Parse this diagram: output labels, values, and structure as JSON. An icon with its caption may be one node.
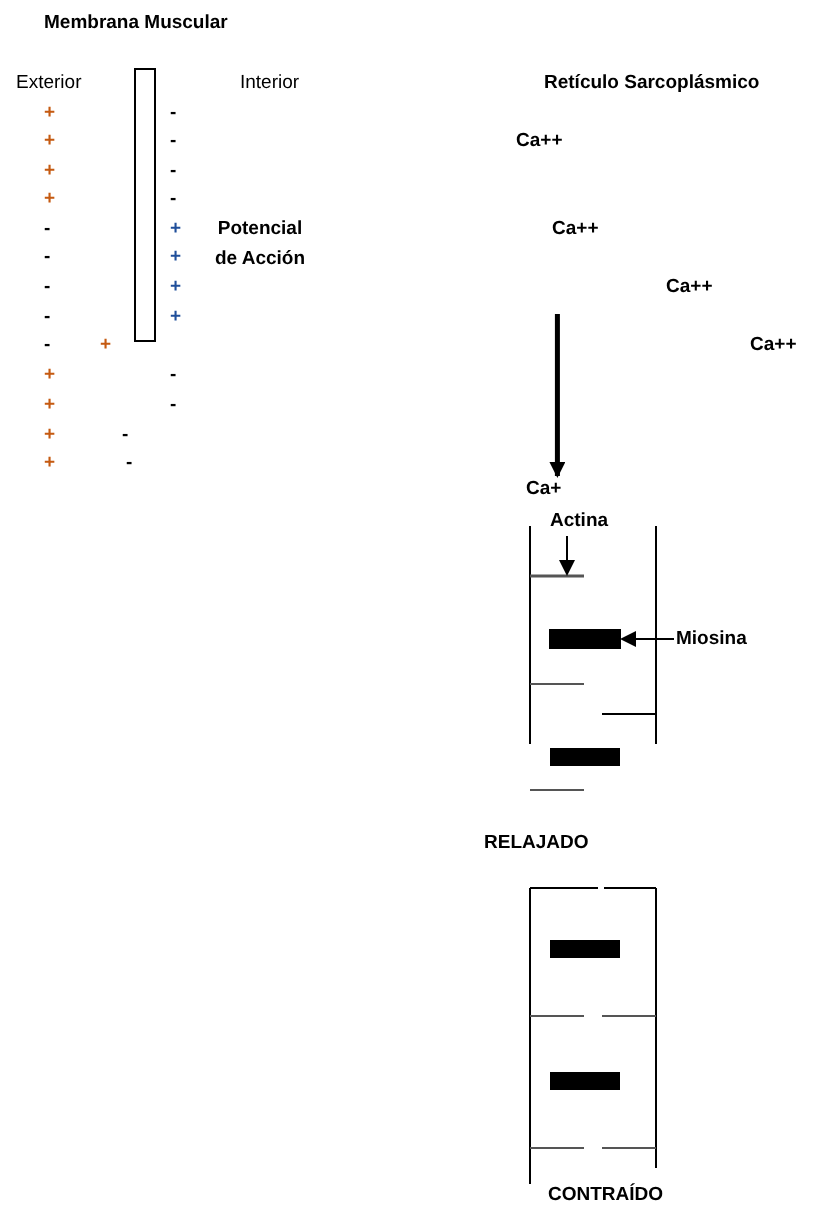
{
  "diagram": {
    "nodes": [
      {
        "text": [
          "Ca+"
        ]
      },
      {
        "text": [
          "Actina"
        ]
      },
      {
        "text": [],
        "shape": "bar"
      },
      {
        "text": [
          "Miosina"
        ]
      },
      {
        "text": [],
        "shape": "bar"
      }
    ],
    "edges": [
      {
        "from": null,
        "to": 0,
        "arrow": "to",
        "style": "thick"
      },
      {
        "from": 1,
        "to": 2,
        "arrow": "to"
      },
      {
        "from": 3,
        "to": 4,
        "arrow": "to"
      }
    ],
    "labels": [
      "Membrana Muscular",
      "Exterior",
      "Interior",
      "Retículo Sarcoplásmico",
      "+",
      "-",
      "+",
      "-",
      "Ca++",
      "+",
      "-",
      "+",
      "-",
      "-",
      "+",
      "Potencial de Acción",
      "Ca++",
      "-",
      "+",
      "-",
      "+",
      "Ca++",
      "-",
      "+",
      "-",
      "+",
      "Ca++",
      "+",
      "-",
      "+",
      "-",
      "+",
      "-",
      "+",
      "-",
      "RELAJADO",
      "CONTRAÍDO"
    ]
  }
}
